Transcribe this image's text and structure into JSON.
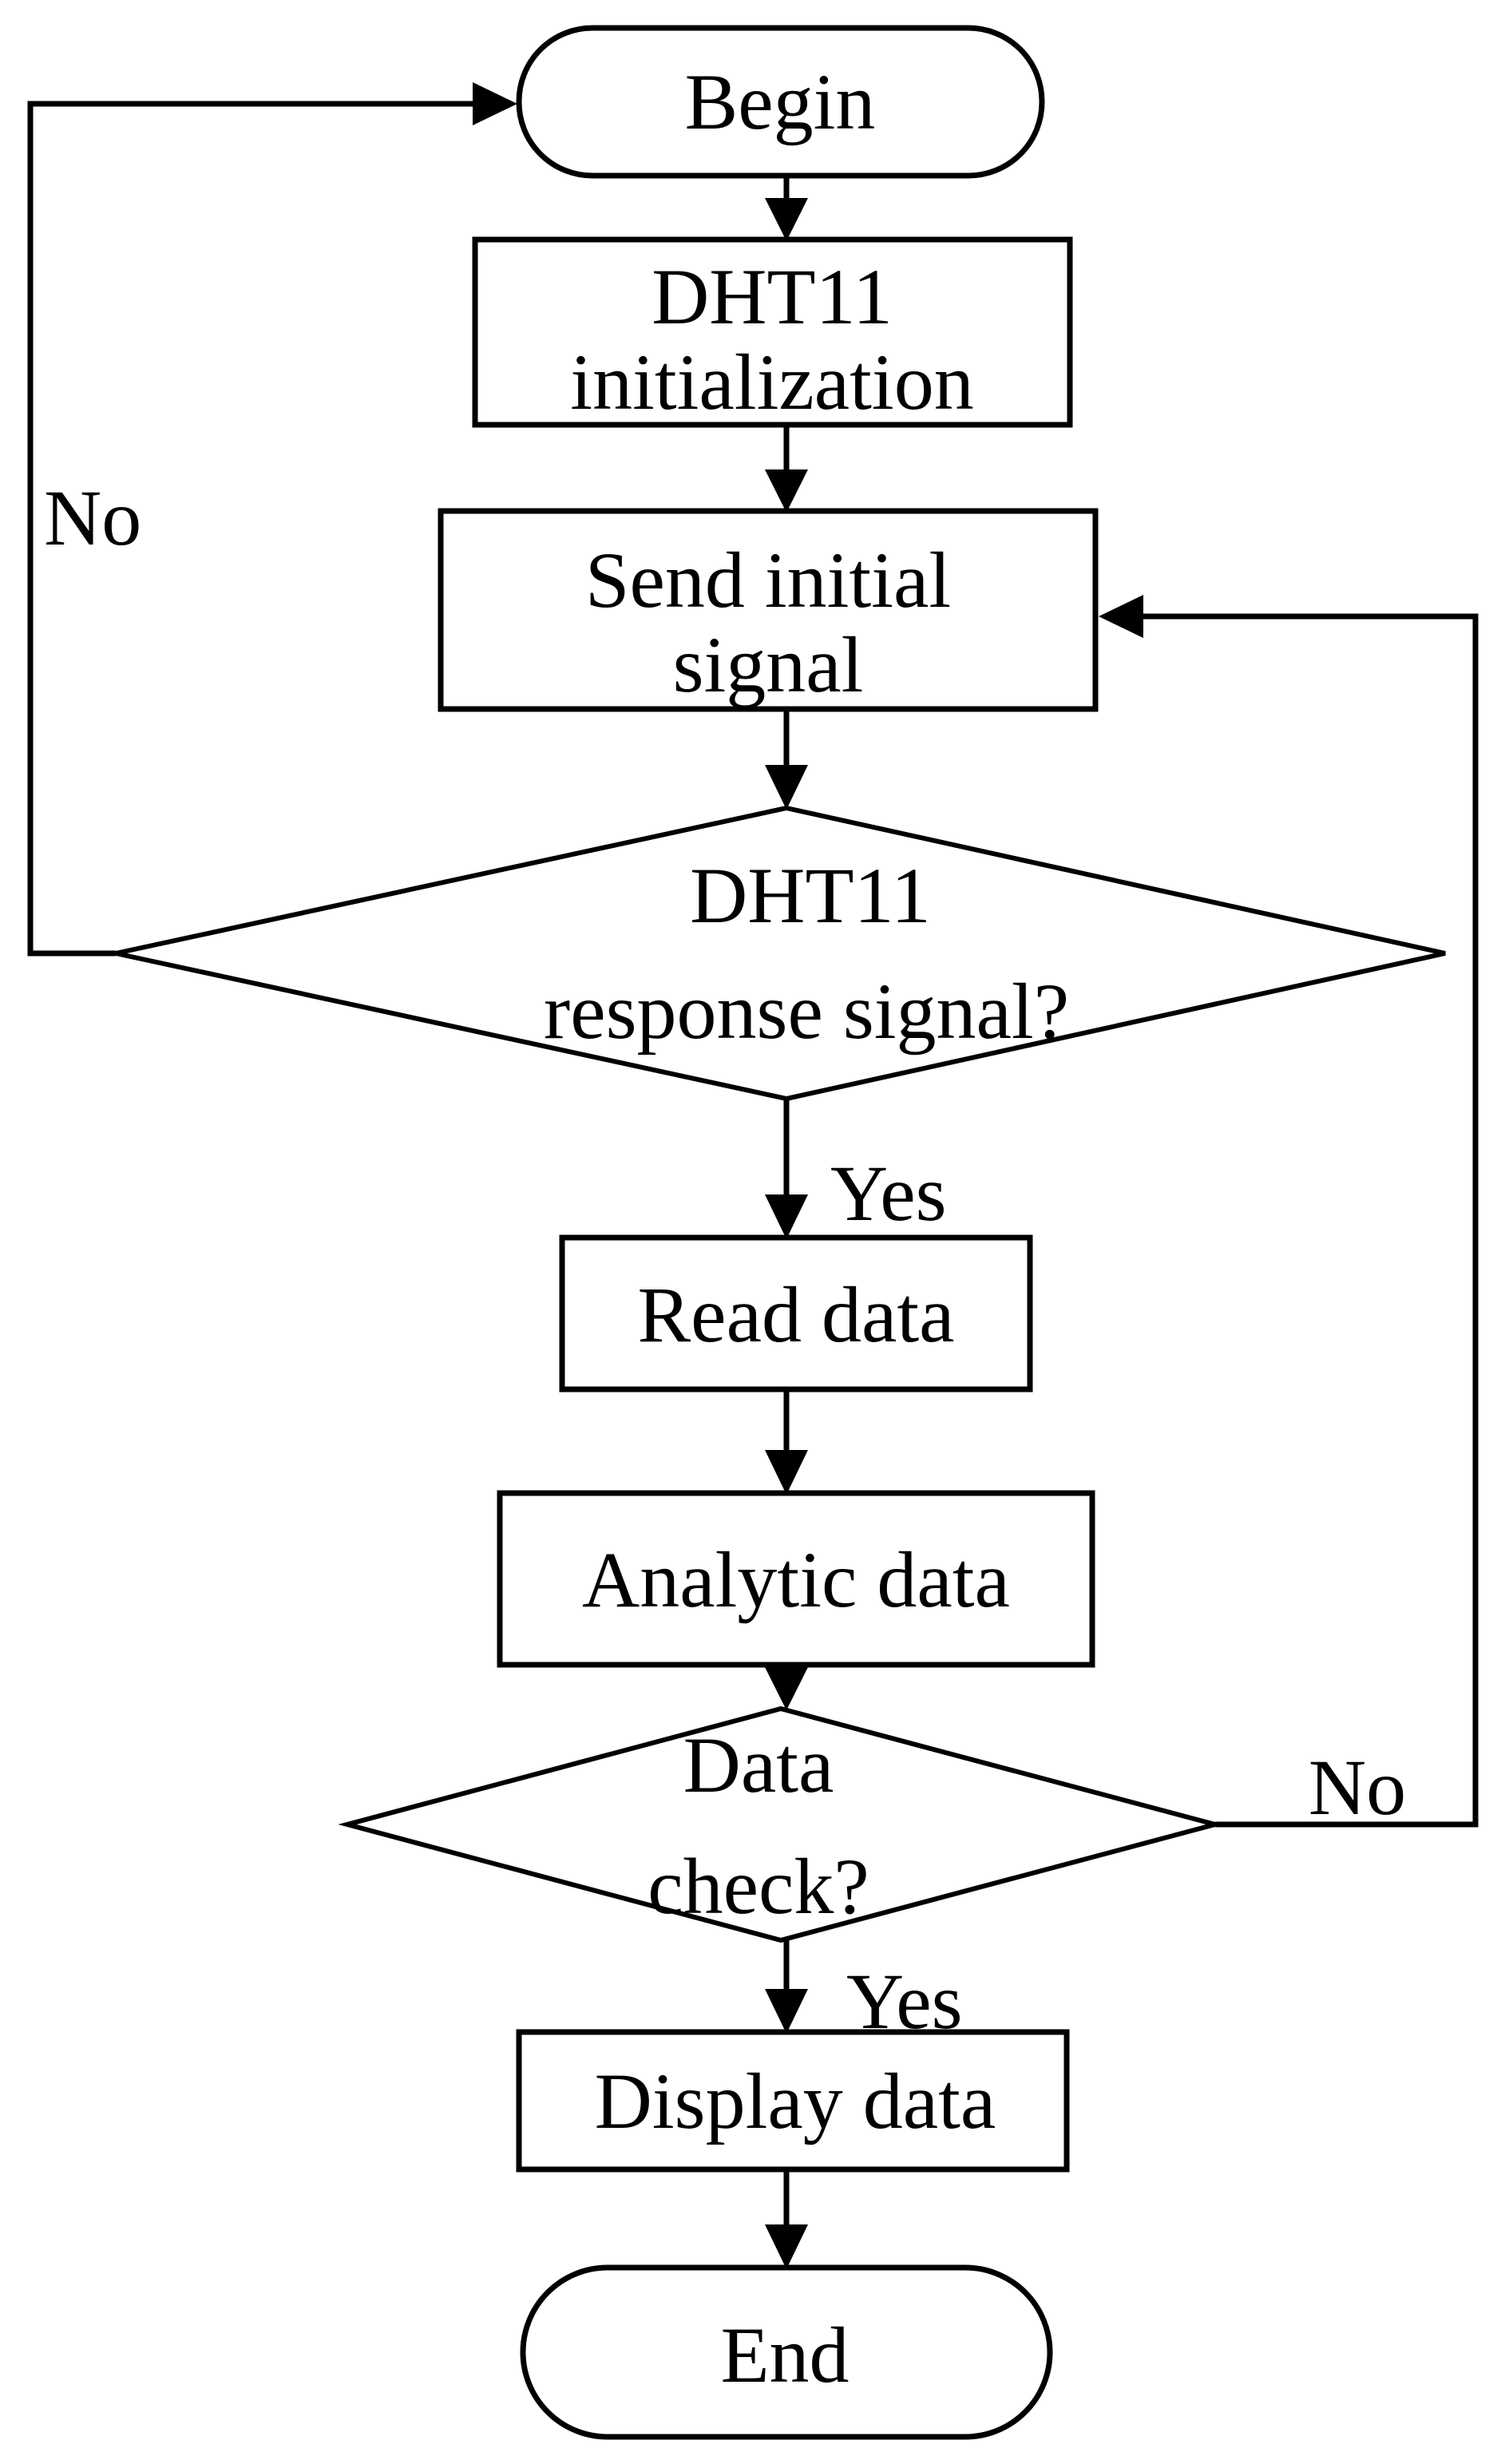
{
  "figure": {
    "background": "#ffffff",
    "stroke_color": "#000000",
    "text_color": "#000000"
  },
  "flowchart": {
    "nodes": {
      "begin": {
        "type": "terminator",
        "label": "Begin"
      },
      "dht11_initialization": {
        "type": "process",
        "line1": "DHT11",
        "line2": "initialization"
      },
      "send_initial_signal": {
        "type": "process",
        "line1": "Send initial",
        "line2": "signal"
      },
      "dht11_response_signal": {
        "type": "decision",
        "line1": "DHT11",
        "line2": "response signal?"
      },
      "read_data": {
        "type": "process",
        "label": "Read data"
      },
      "analytic_data": {
        "type": "process",
        "label": "Analytic data"
      },
      "data_check": {
        "type": "decision",
        "line1": "Data",
        "line2": "check?"
      },
      "display_data": {
        "type": "process",
        "label": "Display data"
      },
      "end": {
        "type": "terminator",
        "label": "End"
      }
    },
    "edge_labels": {
      "response_yes": "Yes",
      "response_no": "No",
      "check_yes": "Yes",
      "check_no": "No"
    }
  }
}
